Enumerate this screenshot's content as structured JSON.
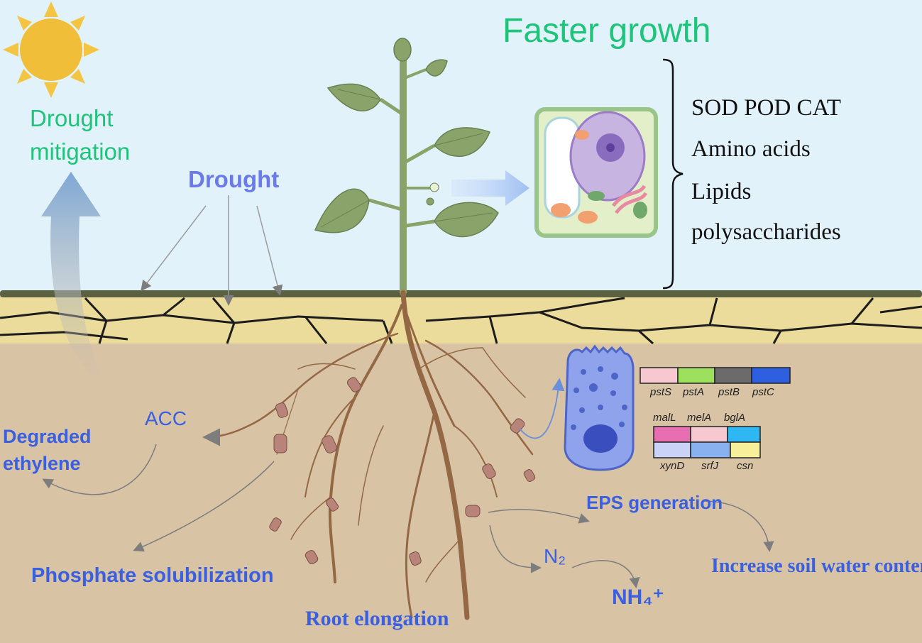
{
  "sky": {
    "headline": "Faster growth",
    "drought": "Drought",
    "mitigation_line1": "Drought",
    "mitigation_line2": "mitigation"
  },
  "compounds": [
    "SOD POD CAT",
    "Amino acids",
    "Lipids",
    "polysaccharides"
  ],
  "soil": {
    "acc": "ACC",
    "degraded_line1": "Degraded",
    "degraded_line2": "ethylene",
    "phosphate": "Phosphate solubilization",
    "root_elongation": "Root elongation",
    "eps": "EPS generation",
    "soil_water": "Increase soil water content",
    "n2": "N₂",
    "nh4": "NH₄⁺"
  },
  "genes": {
    "row1": [
      "pstS",
      "pstA",
      "pstB",
      "pstC"
    ],
    "row2": [
      "malL",
      "melA",
      "bglA"
    ],
    "row3": [
      "xynD",
      "srfJ",
      "csn"
    ]
  },
  "colors": {
    "sky": "#e2f2fb",
    "soil": "#d8c3a5",
    "cracked_layer": "#ebdc9b",
    "accent_green": "#1ec47a",
    "label_blue": "#3a5fe0"
  }
}
